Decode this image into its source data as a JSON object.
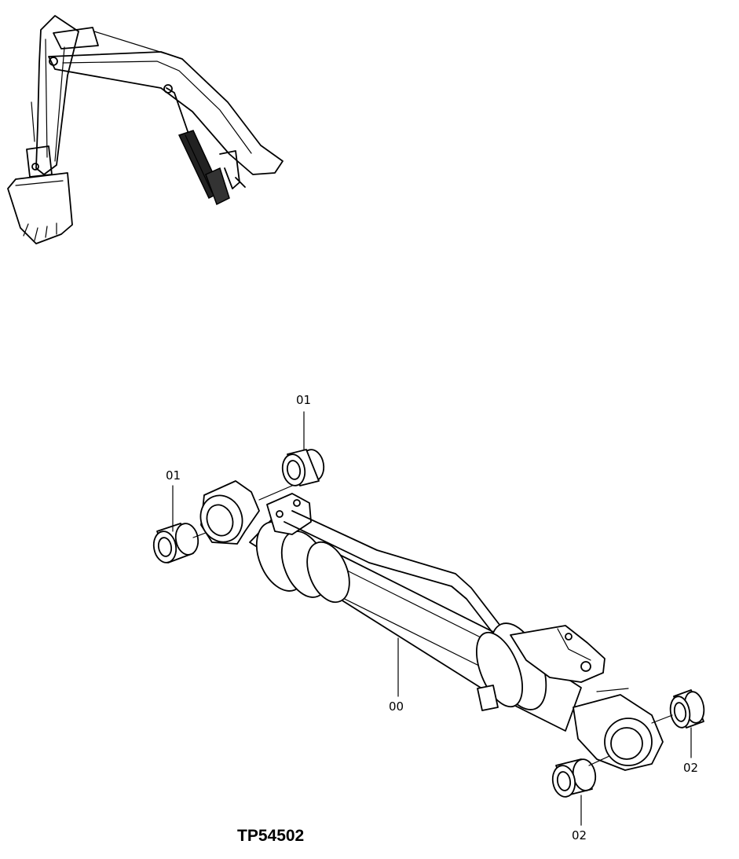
{
  "figure": {
    "id": "TP54502"
  },
  "callouts": {
    "part_01_top": "01",
    "part_01_left": "01",
    "part_00": "00",
    "part_02_right": "02",
    "part_02_bottom": "02"
  }
}
